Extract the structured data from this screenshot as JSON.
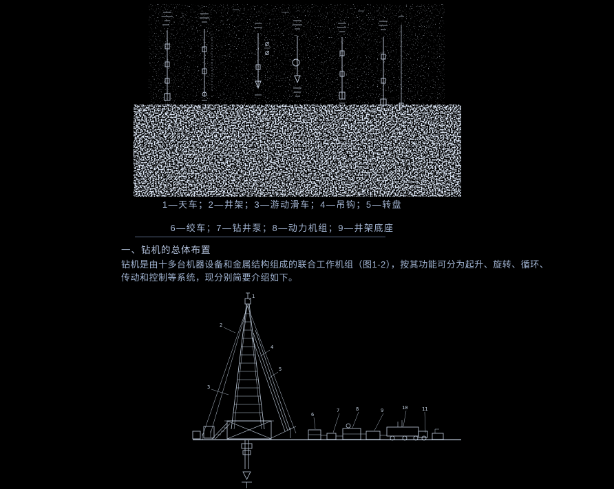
{
  "colors": {
    "background": "#000000",
    "line_ink": "#c2cfdf",
    "caption_text": "#a6b8d6",
    "heading_text": "#b6c5e0",
    "body_text": "#9fb2d0",
    "rule": "#5a6b88"
  },
  "captions": {
    "line1": "1—天车；2—井架；3—游动滑车；4—吊钩；5—转盘",
    "line2": "6—绞车；7—钻井泵；8—动力机组；9—井架底座"
  },
  "section": {
    "heading": "一、钻机的总体布置",
    "paragraph": "钻机是由十多台机器设备和金属结构组成的联合工作机组（图1-2），按其功能可分为起升、旋转、循环、传动和控制等系统，现分别简要介绍如下。"
  },
  "figure_bottom": {
    "callouts": [
      "1",
      "2",
      "3",
      "4",
      "5",
      "6",
      "7",
      "8",
      "9",
      "10",
      "11"
    ]
  }
}
